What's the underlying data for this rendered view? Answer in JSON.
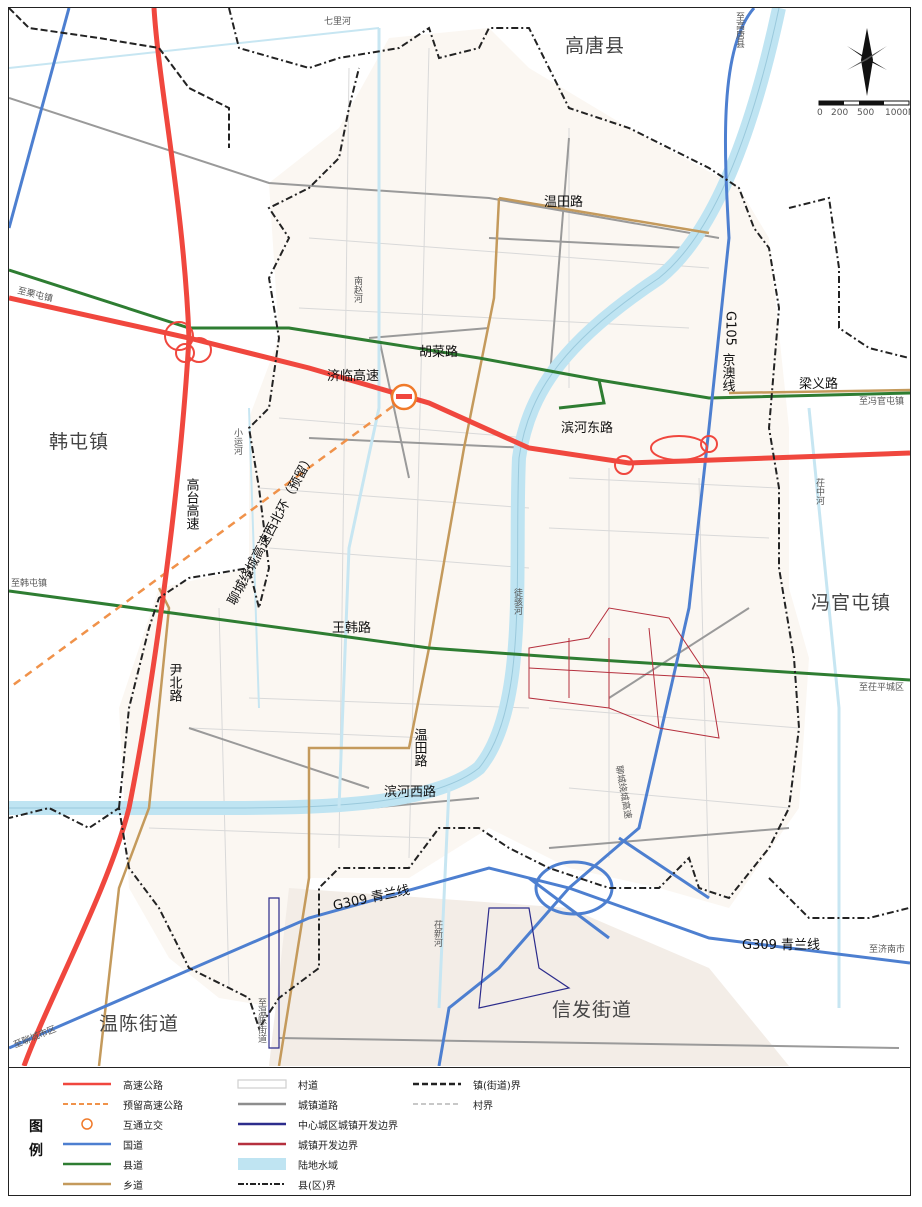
{
  "towns": {
    "gaotang": "高唐县",
    "hantun": "韩屯镇",
    "fengguantun": "冯官屯镇",
    "wenchen": "温陈街道",
    "xinfa": "信发街道"
  },
  "roads": {
    "wentian_road": "温田路",
    "hucai_road": "胡菜路",
    "jilin_expressway": "济临高速",
    "binhe_east": "滨河东路",
    "liangyi_road": "梁义路",
    "wanghan_road": "王韩路",
    "binhe_west": "滨河西路",
    "wentian_road_v": "温田路",
    "yinbei_road": "尹北路",
    "gaotai_expressway": "高台高速",
    "liaocheng_ring": "聊城绕城高速西北环（预留）",
    "g105": "G105",
    "jingao": "京澳线",
    "g309_left": "G309 青兰线",
    "g309_right": "G309 青兰线"
  },
  "small_labels": {
    "to_gaotang": "至高唐县",
    "to_lishitun": "至栗屯镇",
    "to_fengguantun": "至冯官屯镇",
    "to_hantun": "至韩屯镇",
    "to_chiping": "至茌平城区",
    "to_jinan": "至济南市",
    "to_liaocheng": "至聊城市区",
    "to_wenchen": "至温陈街道",
    "qili_river": "七里河",
    "xiaolu_river": "小运河",
    "nanzhao_river": "南赵河",
    "jianyu_river": "徒骇河",
    "chixin_river": "茌新河",
    "chizhong_river": "茌中河",
    "ring_road_tag": "聊城绕城高速"
  },
  "scale": {
    "ticks": [
      "0",
      "200",
      "500",
      "1000M"
    ]
  },
  "legend": {
    "title": "图例",
    "items": [
      {
        "label": "高速公路",
        "color": "#f0473e",
        "style": "solid"
      },
      {
        "label": "预留高速公路",
        "color": "#f0924a",
        "style": "dash"
      },
      {
        "label": "互通立交",
        "color": "#f07a2a",
        "style": "circle"
      },
      {
        "label": "国道",
        "color": "#4d7fd0",
        "style": "solid"
      },
      {
        "label": "县道",
        "color": "#2e7d32",
        "style": "solid"
      },
      {
        "label": "乡道",
        "color": "#c49a5c",
        "style": "solid"
      },
      {
        "label": "村道",
        "color": "#cfcfcf",
        "style": "double"
      },
      {
        "label": "城镇道路",
        "color": "#8d8d8d",
        "style": "solid"
      },
      {
        "label": "中心城区城镇开发边界",
        "color": "#2c2c8c",
        "style": "solid"
      },
      {
        "label": "城镇开发边界",
        "color": "#b5303e",
        "style": "solid"
      },
      {
        "label": "陆地水域",
        "color": "#bfe4f2",
        "style": "fill"
      },
      {
        "label": "县(区)界",
        "color": "#222222",
        "style": "dashdot"
      },
      {
        "label": "镇(街道)界",
        "color": "#222222",
        "style": "bolddash"
      },
      {
        "label": "村界",
        "color": "#c8c8c8",
        "style": "dash"
      }
    ]
  },
  "colors": {
    "expressway": "#f0473e",
    "national": "#4d7fd0",
    "county": "#2e7d32",
    "township": "#c49a5c",
    "water": "#bfe4f2",
    "boundary": "#222222"
  }
}
